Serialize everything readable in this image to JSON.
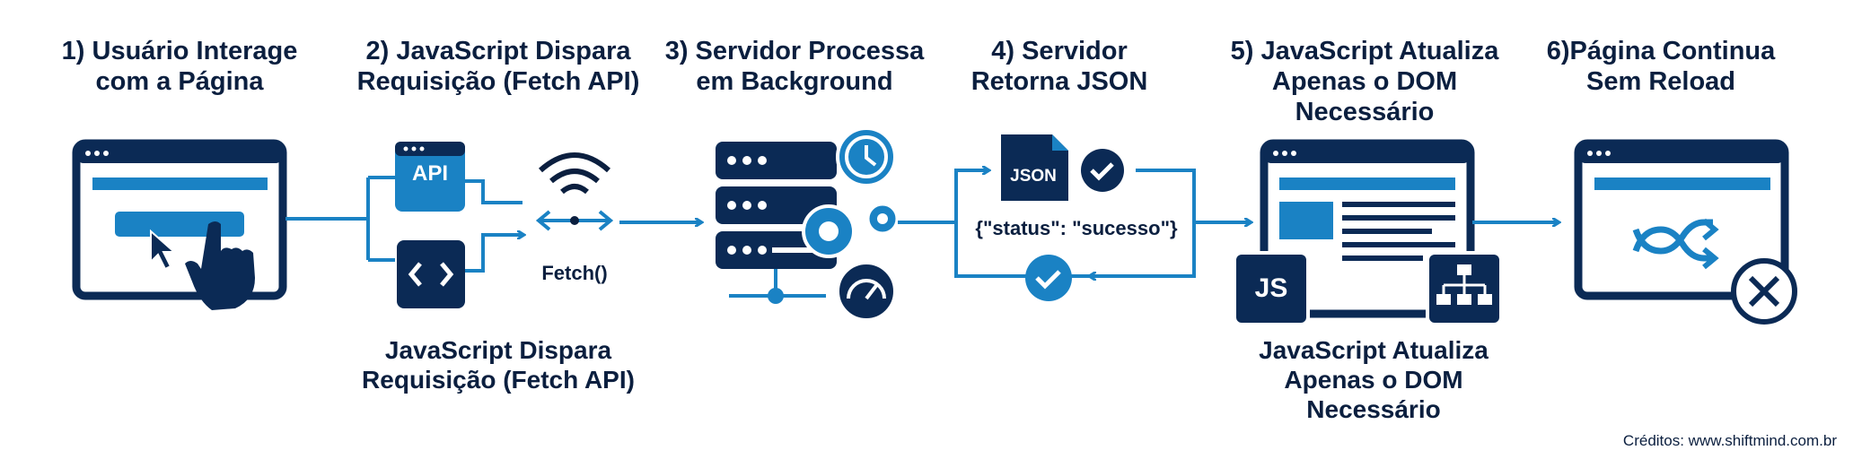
{
  "colors": {
    "navy": "#0b2a55",
    "blue": "#1a82c4",
    "dark": "#0b1f3f",
    "white": "#ffffff"
  },
  "steps": [
    {
      "line1": "1) Usuário Interage",
      "line2": "com a Página"
    },
    {
      "line1": "2) JavaScript Dispara",
      "line2": "Requisição (Fetch API)"
    },
    {
      "line1": "3) Servidor Processa",
      "line2": "em Background"
    },
    {
      "line1": "4) Servidor",
      "line2": "Retorna JSON"
    },
    {
      "line1": "5) JavaScript Atualiza",
      "line2": "Apenas o DOM Necessário"
    },
    {
      "line1": "6)Página Continua",
      "line2": "Sem Reload"
    }
  ],
  "step2_caption": {
    "line1": "JavaScript Dispara",
    "line2": "Requisição (Fetch API)"
  },
  "step5_caption": {
    "line1": "JavaScript Atualiza",
    "line2": "Apenas o DOM",
    "line3": "Necessário"
  },
  "labels": {
    "api": "API",
    "fetch": "Fetch()",
    "json": "JSON",
    "json_body": "{\"status\": \"sucesso\"}",
    "js": "JS"
  },
  "icons": [
    "browser-click-icon",
    "api-icon",
    "code-icon",
    "wifi-icon",
    "server-icon",
    "clock-icon",
    "gear-icon",
    "gauge-icon",
    "json-file-icon",
    "check-icon",
    "browser-layout-icon",
    "js-icon",
    "sitemap-icon",
    "browser-shuffle-icon",
    "x-circle-icon"
  ],
  "credits": "Créditos: www.shiftmind.com.br"
}
